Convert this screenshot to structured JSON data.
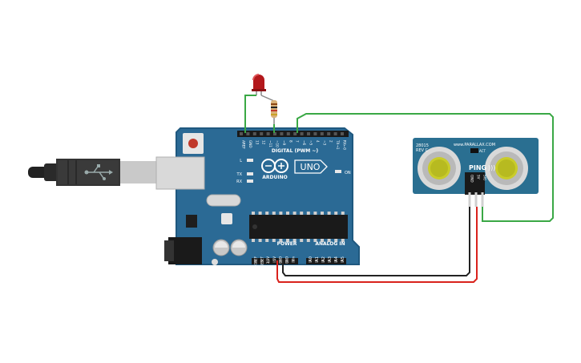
{
  "board": {
    "logo_text": "ARDUINO",
    "model": "UNO",
    "digital_header": "DIGITAL (PWM ~)",
    "power_header": "POWER",
    "analog_header": "ANALOG IN",
    "on_label": "ON",
    "led_labels": [
      "L",
      "TX",
      "RX"
    ],
    "digital_pins": [
      "AREF",
      "GND",
      "13",
      "12",
      "~11",
      "~10",
      "~9",
      "8",
      "7",
      "~6",
      "~5",
      "4",
      "~3",
      "2",
      "TX→1",
      "RX←0"
    ],
    "power_pins": [
      "IOREF",
      "RESET",
      "3.3V",
      "5V",
      "GND",
      "GND",
      "Vin"
    ],
    "analog_pins": [
      "A0",
      "A1",
      "A2",
      "A3",
      "A4",
      "A5"
    ]
  },
  "sensor": {
    "part_number": "28015",
    "revision": "REV C",
    "brand": "www.PARALLAX.COM",
    "name": "PING",
    "name_suffix": ")))",
    "act_label": "ACT",
    "pins": [
      "GND",
      "5V",
      "SIG"
    ]
  },
  "colors": {
    "board": "#2b6a95",
    "board_edge": "#1f587f",
    "sensor": "#2a6f91",
    "wire_green": "#3aa845",
    "wire_red": "#d9221c",
    "wire_black": "#222222",
    "led": "#b3181c"
  }
}
